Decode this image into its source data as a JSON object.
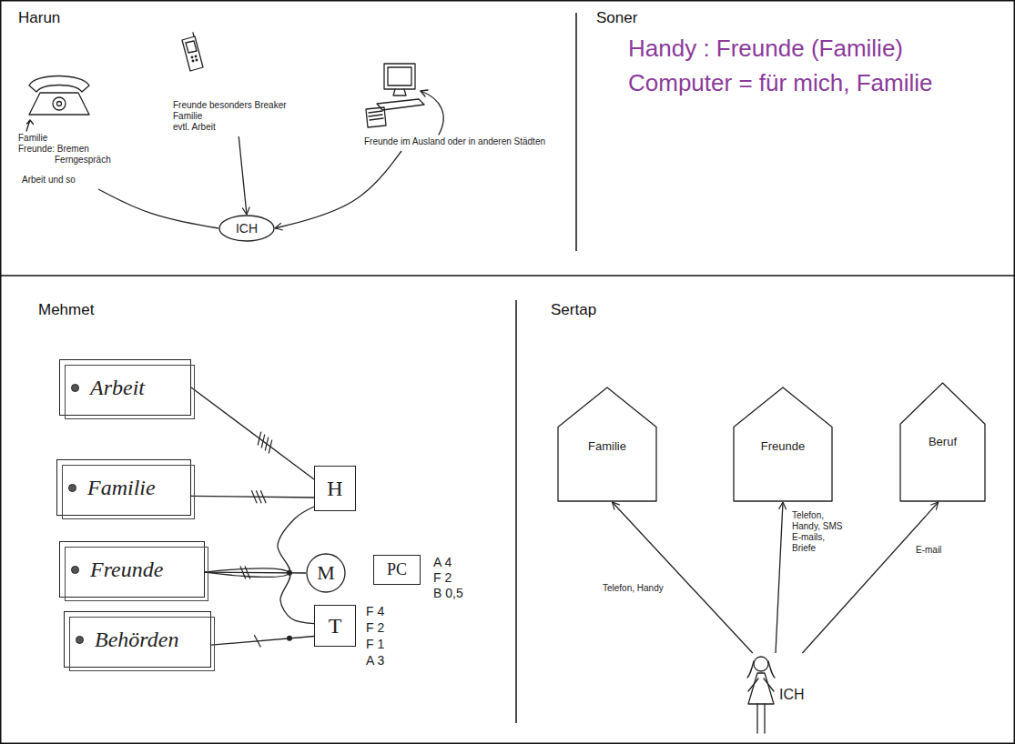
{
  "diagram": {
    "nodes": [
      {
        "text": [
          "Harun"
        ]
      },
      {
        "text": [
          "Familie",
          "Freunde: Bremen",
          "Ferngespräch",
          "Arbeit und so"
        ],
        "in": 0
      },
      {
        "text": [
          "Freunde besonders Breaker",
          "Familie",
          "evtl. Arbeit"
        ],
        "in": 0
      },
      {
        "text": [
          "Freunde im Ausland oder in anderen Städten"
        ],
        "in": 0
      },
      {
        "text": [
          "ICH"
        ],
        "in": 0
      },
      {
        "text": [
          "Soner",
          "Handy : Freunde (Familie)",
          "Computer = für mich, Familie"
        ]
      },
      {
        "text": [
          "Mehmet"
        ]
      },
      {
        "text": [
          "Arbeit"
        ],
        "in": 6
      },
      {
        "text": [
          "Familie"
        ],
        "in": 6
      },
      {
        "text": [
          "Freunde"
        ],
        "in": 6
      },
      {
        "text": [
          "Behörden"
        ],
        "in": 6
      },
      {
        "text": [
          "H"
        ],
        "in": 6
      },
      {
        "text": [
          "M"
        ],
        "in": 6
      },
      {
        "text": [
          "PC"
        ],
        "in": 6
      },
      {
        "text": [
          "T"
        ],
        "in": 6
      },
      {
        "text": [
          "Sertap"
        ]
      },
      {
        "text": [
          "Familie"
        ],
        "in": 15
      },
      {
        "text": [
          "Freunde"
        ],
        "in": 15
      },
      {
        "text": [
          "Beruf"
        ],
        "in": 15
      },
      {
        "text": [
          "ICH"
        ],
        "in": 15
      }
    ],
    "edges": [
      {
        "from": 1,
        "to": 4,
        "arrow": "none"
      },
      {
        "from": 2,
        "to": 4,
        "arrow": "to"
      },
      {
        "from": 3,
        "to": 4,
        "arrow": "to"
      },
      {
        "from": 7,
        "to": 11,
        "arrow": "none"
      },
      {
        "from": 8,
        "to": 11,
        "arrow": "none"
      },
      {
        "from": 9,
        "to": 12,
        "arrow": "none"
      },
      {
        "from": 9,
        "to": 11,
        "arrow": "none"
      },
      {
        "from": 9,
        "to": 14,
        "arrow": "none"
      },
      {
        "from": 10,
        "to": 14,
        "arrow": "none"
      },
      {
        "from": 19,
        "to": 16,
        "label": "Telefon, Handy",
        "arrow": "to"
      },
      {
        "from": 19,
        "to": 17,
        "label": "Telefon, Handy, SMS E-mails, Briefe",
        "arrow": "to"
      },
      {
        "from": 19,
        "to": 18,
        "label": "E-mail",
        "arrow": "to"
      }
    ],
    "labels": [
      "A 4",
      "F 2",
      "B 0,5",
      "F 4",
      "F 2",
      "F 1",
      "A 3"
    ]
  }
}
